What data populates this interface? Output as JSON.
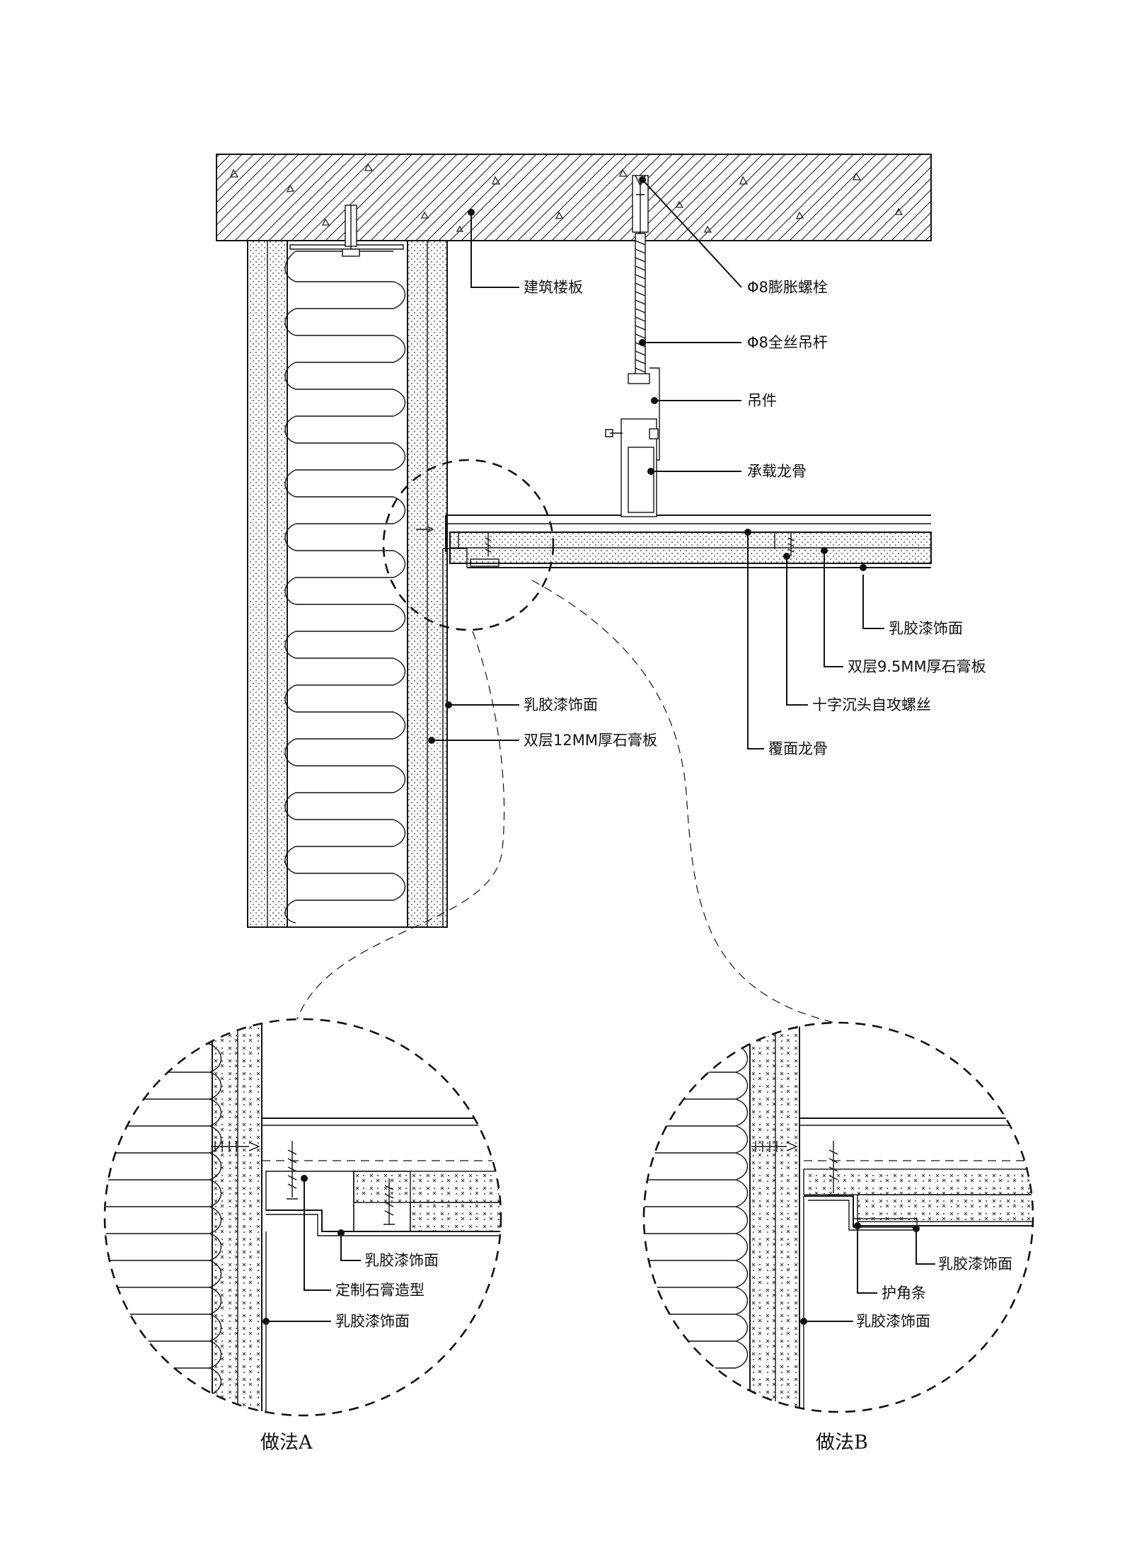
{
  "labels": {
    "slab": "建筑楼板",
    "anchor_bolt": "Φ8膨胀螺栓",
    "rod": "Φ8全丝吊杆",
    "hanger": "吊件",
    "main_keel": "承载龙骨",
    "ceiling_finish": "乳胶漆饰面",
    "ceiling_board": "双层9.5MM厚石膏板",
    "screw": "十字沉头自攻螺丝",
    "cover_keel": "覆面龙骨",
    "wall_finish": "乳胶漆饰面",
    "wall_board": "双层12MM厚石膏板"
  },
  "detail_a": {
    "caption": "做法A",
    "ceiling_finish": "乳胶漆饰面",
    "custom_gypsum": "定制石膏造型",
    "wall_finish": "乳胶漆饰面"
  },
  "detail_b": {
    "caption": "做法B",
    "ceiling_finish": "乳胶漆饰面",
    "corner_bead": "护角条",
    "wall_finish": "乳胶漆饰面"
  },
  "colors": {
    "line": "#111111",
    "background": "#ffffff"
  }
}
